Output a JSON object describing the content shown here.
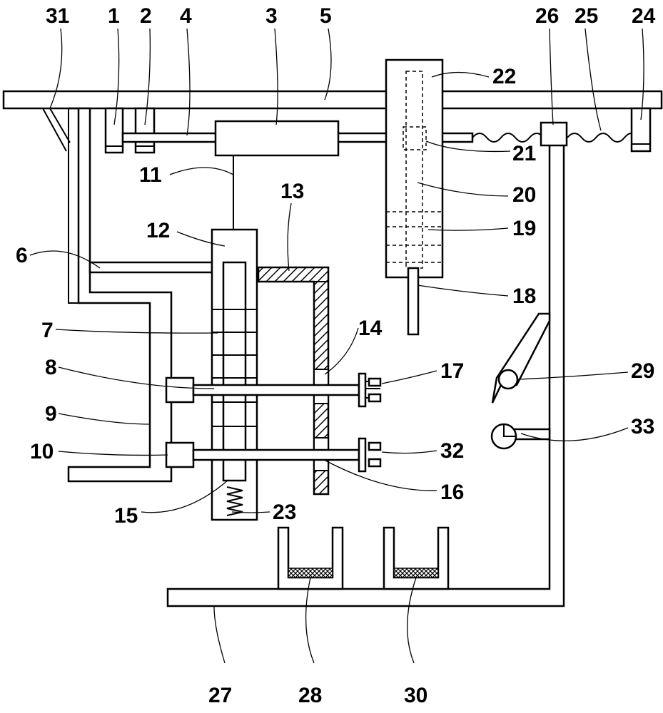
{
  "colors": {
    "line": "#000000",
    "background": "#ffffff"
  },
  "labels": {
    "l31": "31",
    "l1": "1",
    "l2": "2",
    "l4": "4",
    "l3": "3",
    "l5": "5",
    "l22": "22",
    "l26": "26",
    "l25": "25",
    "l24": "24",
    "l21": "21",
    "l11": "11",
    "l13": "13",
    "l20": "20",
    "l12": "12",
    "l19": "19",
    "l6": "6",
    "l18": "18",
    "l14": "14",
    "l7": "7",
    "l8": "8",
    "l17": "17",
    "l29": "29",
    "l9": "9",
    "l33": "33",
    "l10": "10",
    "l32": "32",
    "l16": "16",
    "l15": "15",
    "l23": "23",
    "l27": "27",
    "l28": "28",
    "l30": "30"
  }
}
